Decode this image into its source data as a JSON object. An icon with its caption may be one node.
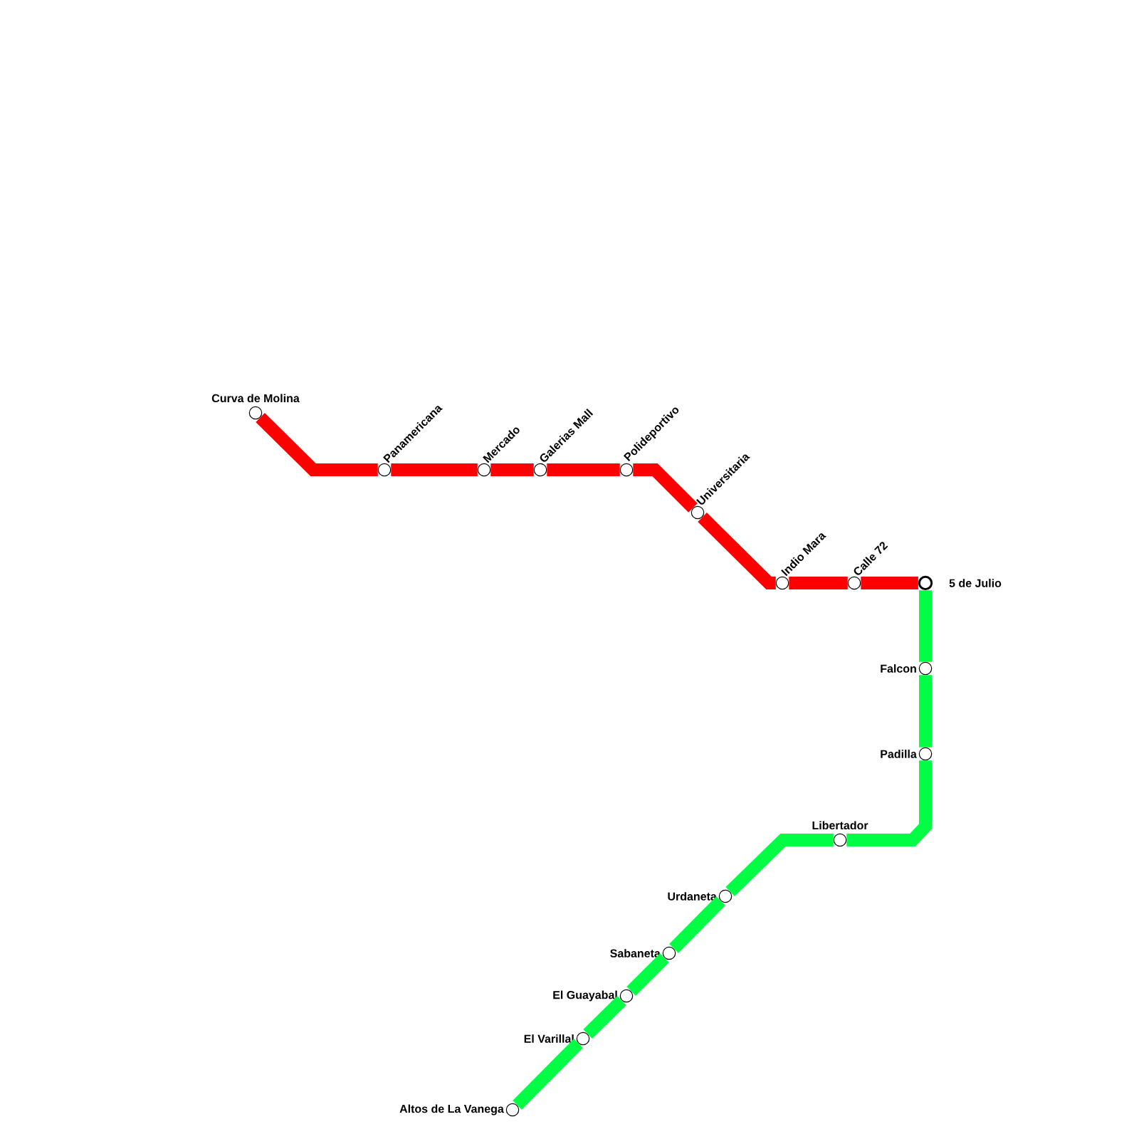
{
  "diagram": {
    "nodes": [
      {
        "text": [
          "Curva de Molina"
        ]
      },
      {
        "text": [
          "Panamericana"
        ]
      },
      {
        "text": [
          "Mercado"
        ]
      },
      {
        "text": [
          "Galerias Mall"
        ]
      },
      {
        "text": [
          "Polideportivo"
        ]
      },
      {
        "text": [
          "Universitaria"
        ]
      },
      {
        "text": [
          "Indio Mara"
        ]
      },
      {
        "text": [
          "Calle 72"
        ]
      },
      {
        "text": [
          "5 de Julio"
        ]
      },
      {
        "text": [
          "Falcon"
        ]
      },
      {
        "text": [
          "Padilla"
        ]
      },
      {
        "text": [
          "Libertador"
        ]
      },
      {
        "text": [
          "Urdaneta"
        ]
      },
      {
        "text": [
          "Sabaneta"
        ]
      },
      {
        "text": [
          "El Guayabal"
        ]
      },
      {
        "text": [
          "El Varillal"
        ]
      },
      {
        "text": [
          "Altos de La Vanega"
        ]
      }
    ],
    "edges": [
      {
        "from": 0,
        "to": 1,
        "arrow": "none",
        "color": "#ff0000"
      },
      {
        "from": 1,
        "to": 2,
        "arrow": "none",
        "color": "#ff0000"
      },
      {
        "from": 2,
        "to": 3,
        "arrow": "none",
        "color": "#ff0000"
      },
      {
        "from": 3,
        "to": 4,
        "arrow": "none",
        "color": "#ff0000"
      },
      {
        "from": 4,
        "to": 5,
        "arrow": "none",
        "color": "#ff0000"
      },
      {
        "from": 5,
        "to": 6,
        "arrow": "none",
        "color": "#ff0000"
      },
      {
        "from": 6,
        "to": 7,
        "arrow": "none",
        "color": "#ff0000"
      },
      {
        "from": 7,
        "to": 8,
        "arrow": "none",
        "color": "#ff0000"
      },
      {
        "from": 8,
        "to": 9,
        "arrow": "none",
        "color": "#00ff44"
      },
      {
        "from": 9,
        "to": 10,
        "arrow": "none",
        "color": "#00ff44"
      },
      {
        "from": 10,
        "to": 11,
        "arrow": "none",
        "color": "#00ff44"
      },
      {
        "from": 11,
        "to": 12,
        "arrow": "none",
        "color": "#00ff44"
      },
      {
        "from": 12,
        "to": 13,
        "arrow": "none",
        "color": "#00ff44"
      },
      {
        "from": 13,
        "to": 14,
        "arrow": "none",
        "color": "#00ff44"
      },
      {
        "from": 14,
        "to": 15,
        "arrow": "none",
        "color": "#00ff44"
      },
      {
        "from": 15,
        "to": 16,
        "arrow": "none",
        "color": "#00ff44"
      }
    ]
  }
}
